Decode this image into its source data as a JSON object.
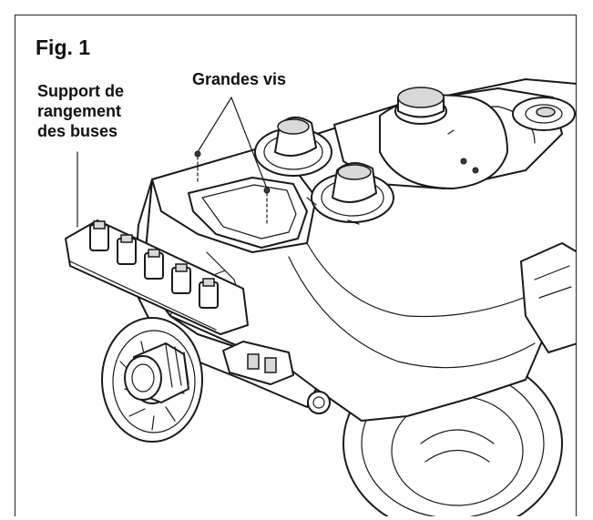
{
  "figure": {
    "title": "Fig. 1",
    "labels": {
      "nozzle_storage": [
        "Support de",
        "rangement",
        "des buses"
      ],
      "large_screws": "Grandes vis"
    }
  }
}
